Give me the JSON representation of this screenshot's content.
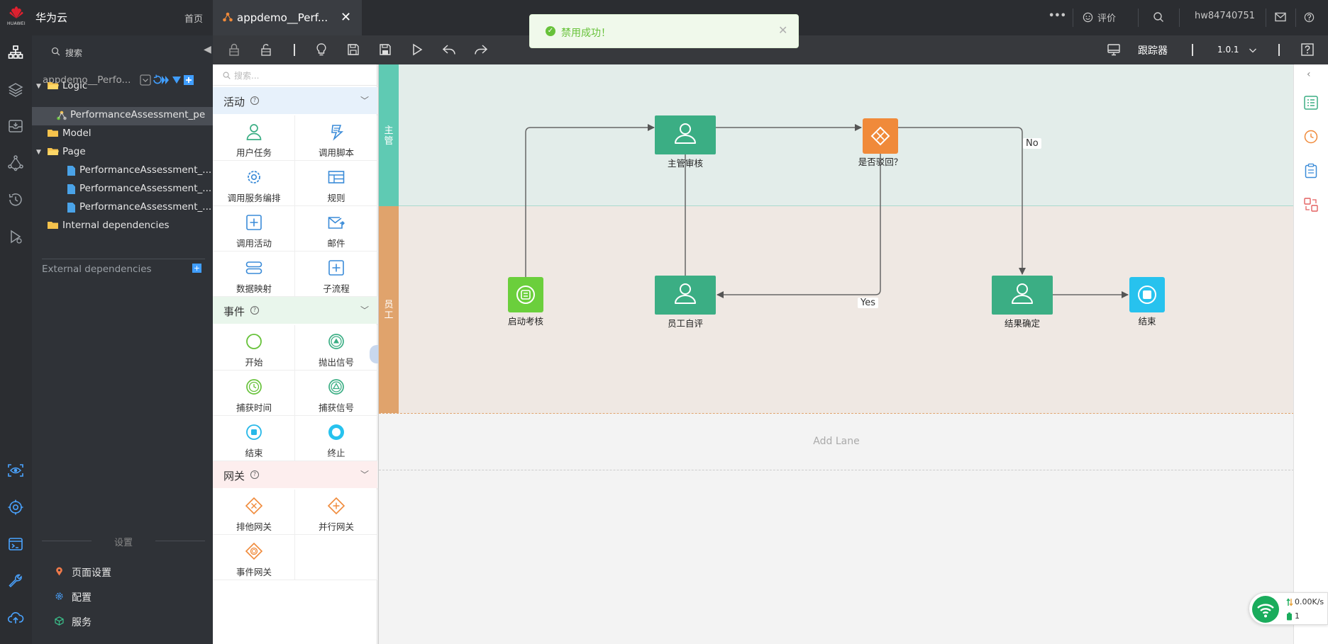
{
  "topbar": {
    "logo_text": "HUAWEI",
    "brand": "华为云",
    "home": "首页",
    "tab_title": "appdemo__Perf...",
    "more": "•••",
    "rate": "评价",
    "user": "hw84740751"
  },
  "toast": {
    "message": "禁用成功！"
  },
  "explorer": {
    "search_placeholder": "搜索",
    "project": "appdemo__Perfo...",
    "tree": {
      "logic": "Logic",
      "logic_child": "PerformanceAssessment_pe",
      "model": "Model",
      "page": "Page",
      "page_children": [
        "PerformanceAssessment_...",
        "PerformanceAssessment_...",
        "PerformanceAssessment_..."
      ],
      "internal": "Internal dependencies"
    },
    "external_deps": "External dependencies",
    "settings_title": "设置",
    "settings": [
      "页面设置",
      "配置",
      "服务"
    ]
  },
  "toolbar": {
    "tracker": "跟踪器",
    "version": "1.0.1"
  },
  "palette": {
    "search_placeholder": "搜索...",
    "sections": {
      "activity": "活动",
      "event": "事件",
      "gateway": "网关"
    },
    "activity_items": [
      "用户任务",
      "调用脚本",
      "调用服务编排",
      "规则",
      "调用活动",
      "邮件",
      "数据映射",
      "子流程"
    ],
    "event_items": [
      "开始",
      "抛出信号",
      "捕获时间",
      "捕获信号",
      "结束",
      "终止"
    ],
    "gateway_items": [
      "排他网关",
      "并行网关",
      "事件网关"
    ]
  },
  "canvas": {
    "lanes": [
      "主管",
      "员工"
    ],
    "add_lane": "Add Lane",
    "nodes": {
      "start": "启动考核",
      "manager_review": "主管审核",
      "gateway": "是否驳回？",
      "self_review": "员工自评",
      "confirm": "结果确定",
      "end": "结束"
    },
    "edges": {
      "no": "No",
      "yes": "Yes"
    }
  },
  "network": {
    "speed": "0.00K/s",
    "count": "1"
  },
  "colors": {
    "topbar": "#2b2d31",
    "task_green": "#3bae84",
    "gateway_orange": "#f08a3a",
    "start_green": "#6bcf3c",
    "end_cyan": "#27c2ee",
    "lane_manager": "#5fcab3",
    "lane_employee": "#e0a36c",
    "toast_green": "#67c23a"
  }
}
